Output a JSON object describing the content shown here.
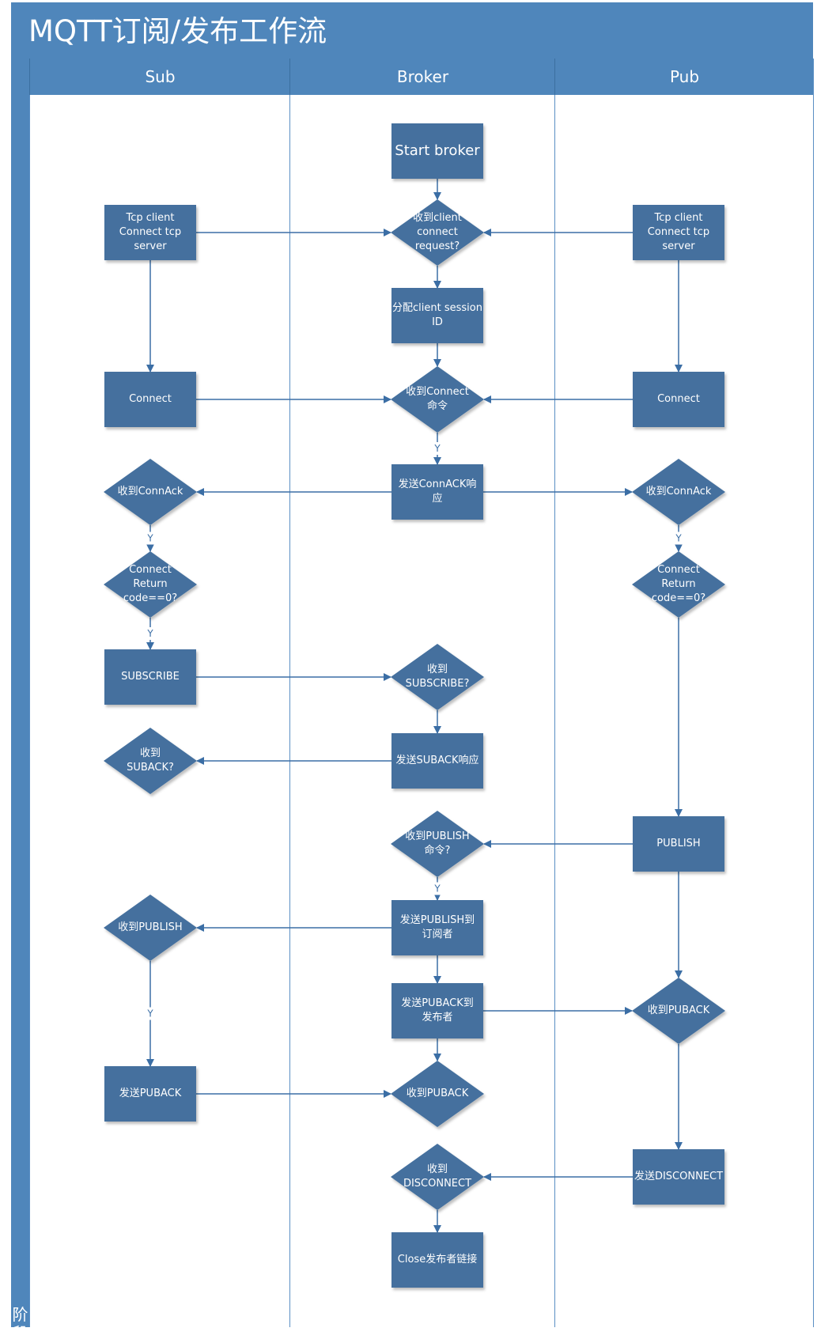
{
  "title": "MQTT订阅/发布工作流",
  "phase_label": "阶段",
  "lanes": [
    "Sub",
    "Broker",
    "Pub"
  ],
  "colors": {
    "header": "#4f86bb",
    "node": "#44709e",
    "edge": "#3b6ea5"
  },
  "nodes": [
    {
      "id": "start-broker",
      "shape": "process",
      "label": "Start broker"
    },
    {
      "id": "broker-recv-request",
      "shape": "decision",
      "label": "收到client\nconnect\nrequest?"
    },
    {
      "id": "sub-tcp-connect",
      "shape": "process",
      "label": "Tcp client\nConnect tcp\nserver"
    },
    {
      "id": "pub-tcp-connect",
      "shape": "process",
      "label": "Tcp client\nConnect tcp\nserver"
    },
    {
      "id": "broker-alloc-session",
      "shape": "process",
      "label": "分配client session\nID"
    },
    {
      "id": "sub-connect",
      "shape": "process",
      "label": "Connect"
    },
    {
      "id": "broker-recv-connect",
      "shape": "decision",
      "label": "收到Connect\n命令"
    },
    {
      "id": "pub-connect",
      "shape": "process",
      "label": "Connect"
    },
    {
      "id": "broker-send-connack",
      "shape": "process",
      "label": "发送ConnACK响\n应"
    },
    {
      "id": "sub-recv-connack",
      "shape": "decision",
      "label": "收到ConnAck"
    },
    {
      "id": "pub-recv-connack",
      "shape": "decision",
      "label": "收到ConnAck"
    },
    {
      "id": "sub-return-code",
      "shape": "decision",
      "label": "Connect\nReturn\ncode==0?"
    },
    {
      "id": "pub-return-code",
      "shape": "decision",
      "label": "Connect\nReturn\ncode==0?"
    },
    {
      "id": "sub-subscribe",
      "shape": "process",
      "label": "SUBSCRIBE"
    },
    {
      "id": "broker-recv-subscribe",
      "shape": "decision",
      "label": "收到\nSUBSCRIBE?"
    },
    {
      "id": "broker-send-suback",
      "shape": "process",
      "label": "发送SUBACK响应"
    },
    {
      "id": "sub-recv-suback",
      "shape": "decision",
      "label": "收到\nSUBACK?"
    },
    {
      "id": "pub-publish",
      "shape": "process",
      "label": "PUBLISH"
    },
    {
      "id": "broker-recv-publish",
      "shape": "decision",
      "label": "收到PUBLISH\n命令?"
    },
    {
      "id": "broker-send-publish",
      "shape": "process",
      "label": "发送PUBLISH到\n订阅者"
    },
    {
      "id": "sub-recv-publish",
      "shape": "decision",
      "label": "收到PUBLISH"
    },
    {
      "id": "broker-send-puback",
      "shape": "process",
      "label": "发送PUBACK到\n发布者"
    },
    {
      "id": "pub-recv-puback",
      "shape": "decision",
      "label": "收到PUBACK"
    },
    {
      "id": "sub-send-puback",
      "shape": "process",
      "label": "发送PUBACK"
    },
    {
      "id": "broker-recv-puback",
      "shape": "decision",
      "label": "收到PUBACK"
    },
    {
      "id": "pub-send-disconnect",
      "shape": "process",
      "label": "发送DISCONNECT"
    },
    {
      "id": "broker-recv-disconnect",
      "shape": "decision",
      "label": "收到\nDISCONNECT"
    },
    {
      "id": "broker-close",
      "shape": "process",
      "label": "Close发布者链接"
    }
  ],
  "edges": [
    {
      "from": "start-broker",
      "to": "broker-recv-request",
      "label": ""
    },
    {
      "from": "sub-tcp-connect",
      "to": "broker-recv-request",
      "label": ""
    },
    {
      "from": "pub-tcp-connect",
      "to": "broker-recv-request",
      "label": ""
    },
    {
      "from": "broker-recv-request",
      "to": "broker-alloc-session",
      "label": ""
    },
    {
      "from": "broker-alloc-session",
      "to": "broker-recv-connect",
      "label": ""
    },
    {
      "from": "sub-tcp-connect",
      "to": "sub-connect",
      "label": ""
    },
    {
      "from": "pub-tcp-connect",
      "to": "pub-connect",
      "label": ""
    },
    {
      "from": "sub-connect",
      "to": "broker-recv-connect",
      "label": ""
    },
    {
      "from": "pub-connect",
      "to": "broker-recv-connect",
      "label": ""
    },
    {
      "from": "broker-recv-connect",
      "to": "broker-send-connack",
      "label": "Y"
    },
    {
      "from": "broker-send-connack",
      "to": "sub-recv-connack",
      "label": ""
    },
    {
      "from": "broker-send-connack",
      "to": "pub-recv-connack",
      "label": ""
    },
    {
      "from": "sub-recv-connack",
      "to": "sub-return-code",
      "label": "Y"
    },
    {
      "from": "pub-recv-connack",
      "to": "pub-return-code",
      "label": "Y"
    },
    {
      "from": "sub-return-code",
      "to": "sub-subscribe",
      "label": "Y"
    },
    {
      "from": "sub-subscribe",
      "to": "broker-recv-subscribe",
      "label": ""
    },
    {
      "from": "broker-recv-subscribe",
      "to": "broker-send-suback",
      "label": ""
    },
    {
      "from": "broker-send-suback",
      "to": "sub-recv-suback",
      "label": ""
    },
    {
      "from": "pub-return-code",
      "to": "pub-publish",
      "label": ""
    },
    {
      "from": "pub-publish",
      "to": "broker-recv-publish",
      "label": ""
    },
    {
      "from": "broker-recv-publish",
      "to": "broker-send-publish",
      "label": "Y"
    },
    {
      "from": "broker-send-publish",
      "to": "sub-recv-publish",
      "label": ""
    },
    {
      "from": "broker-send-publish",
      "to": "broker-send-puback",
      "label": ""
    },
    {
      "from": "broker-send-puback",
      "to": "pub-recv-puback",
      "label": ""
    },
    {
      "from": "broker-send-puback",
      "to": "broker-recv-puback",
      "label": ""
    },
    {
      "from": "sub-recv-publish",
      "to": "sub-send-puback",
      "label": "Y"
    },
    {
      "from": "sub-send-puback",
      "to": "broker-recv-puback",
      "label": ""
    },
    {
      "from": "pub-publish",
      "to": "pub-recv-puback",
      "label": ""
    },
    {
      "from": "pub-recv-puback",
      "to": "pub-send-disconnect",
      "label": ""
    },
    {
      "from": "pub-send-disconnect",
      "to": "broker-recv-disconnect",
      "label": ""
    },
    {
      "from": "broker-recv-disconnect",
      "to": "broker-close",
      "label": ""
    }
  ]
}
